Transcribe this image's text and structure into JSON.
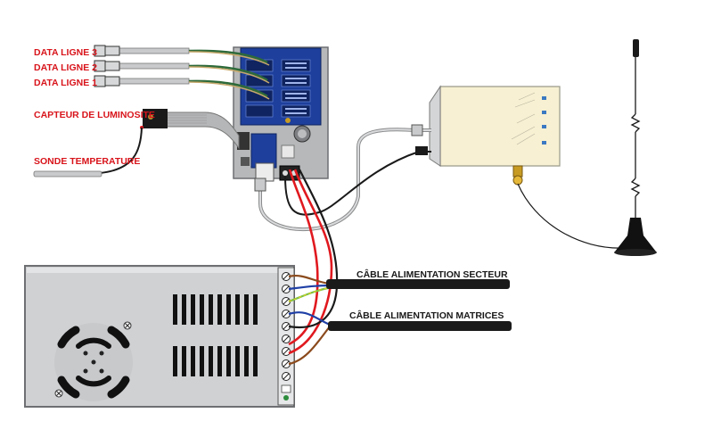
{
  "labels": {
    "data_ligne_3": "DATA LIGNE 3",
    "data_ligne_2": "DATA LIGNE 2",
    "data_ligne_1": "DATA LIGNE 1",
    "capteur_luminosite": "CAPTEUR DE LUMINOSITE",
    "sonde_temperature": "SONDE TEMPERATURE",
    "cable_secteur": "CÂBLE ALIMENTATION SECTEUR",
    "cable_matrices": "CÂBLE ALIMENTATION MATRICES"
  },
  "colors": {
    "label_red": "#d8141b",
    "label_dark": "#1a1a1a",
    "board_blue": "#1e3f9c",
    "psu_gray": "#cfd1d3",
    "modem_cream": "#f7f0d2",
    "wire_red": "#e0191f",
    "wire_black": "#1a1a1a",
    "wire_brown": "#8b4a1c",
    "wire_blue": "#1f3fa6",
    "wire_green_yellow": "#7cc142"
  }
}
